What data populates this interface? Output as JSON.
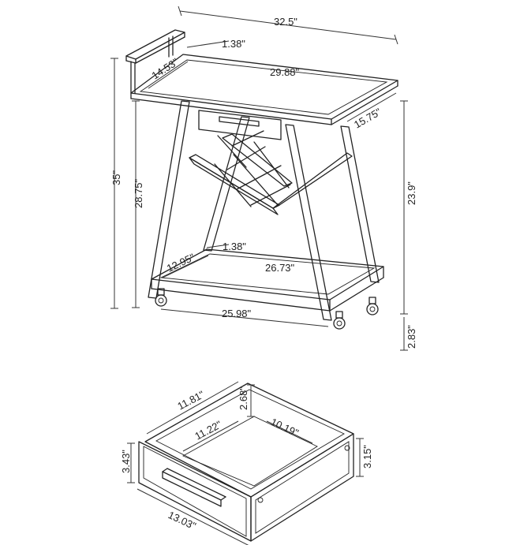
{
  "cart_dimensions": {
    "overall_width": "32.5\"",
    "top_tray_rim": "1.38\"",
    "top_tray_depth": "14.53\"",
    "top_tray_length": "29.88\"",
    "top_tray_side": "15.75\"",
    "overall_height": "35\"",
    "handle_height": "28.75\"",
    "top_tray_height": "23.9\"",
    "bottom_tray_rim": "1.38\"",
    "bottom_tray_depth": "12.95\"",
    "bottom_tray_length": "26.73\"",
    "bottom_width": "25.98\"",
    "wheel_height": "2.83\""
  },
  "drawer_dimensions": {
    "outer_depth": "11.81\"",
    "side_height": "2.68\"",
    "inner_depth": "11.22\"",
    "inner_width": "10.19\"",
    "front_height_left": "3.43\"",
    "front_height_right": "3.15\"",
    "front_width": "13.03\""
  }
}
